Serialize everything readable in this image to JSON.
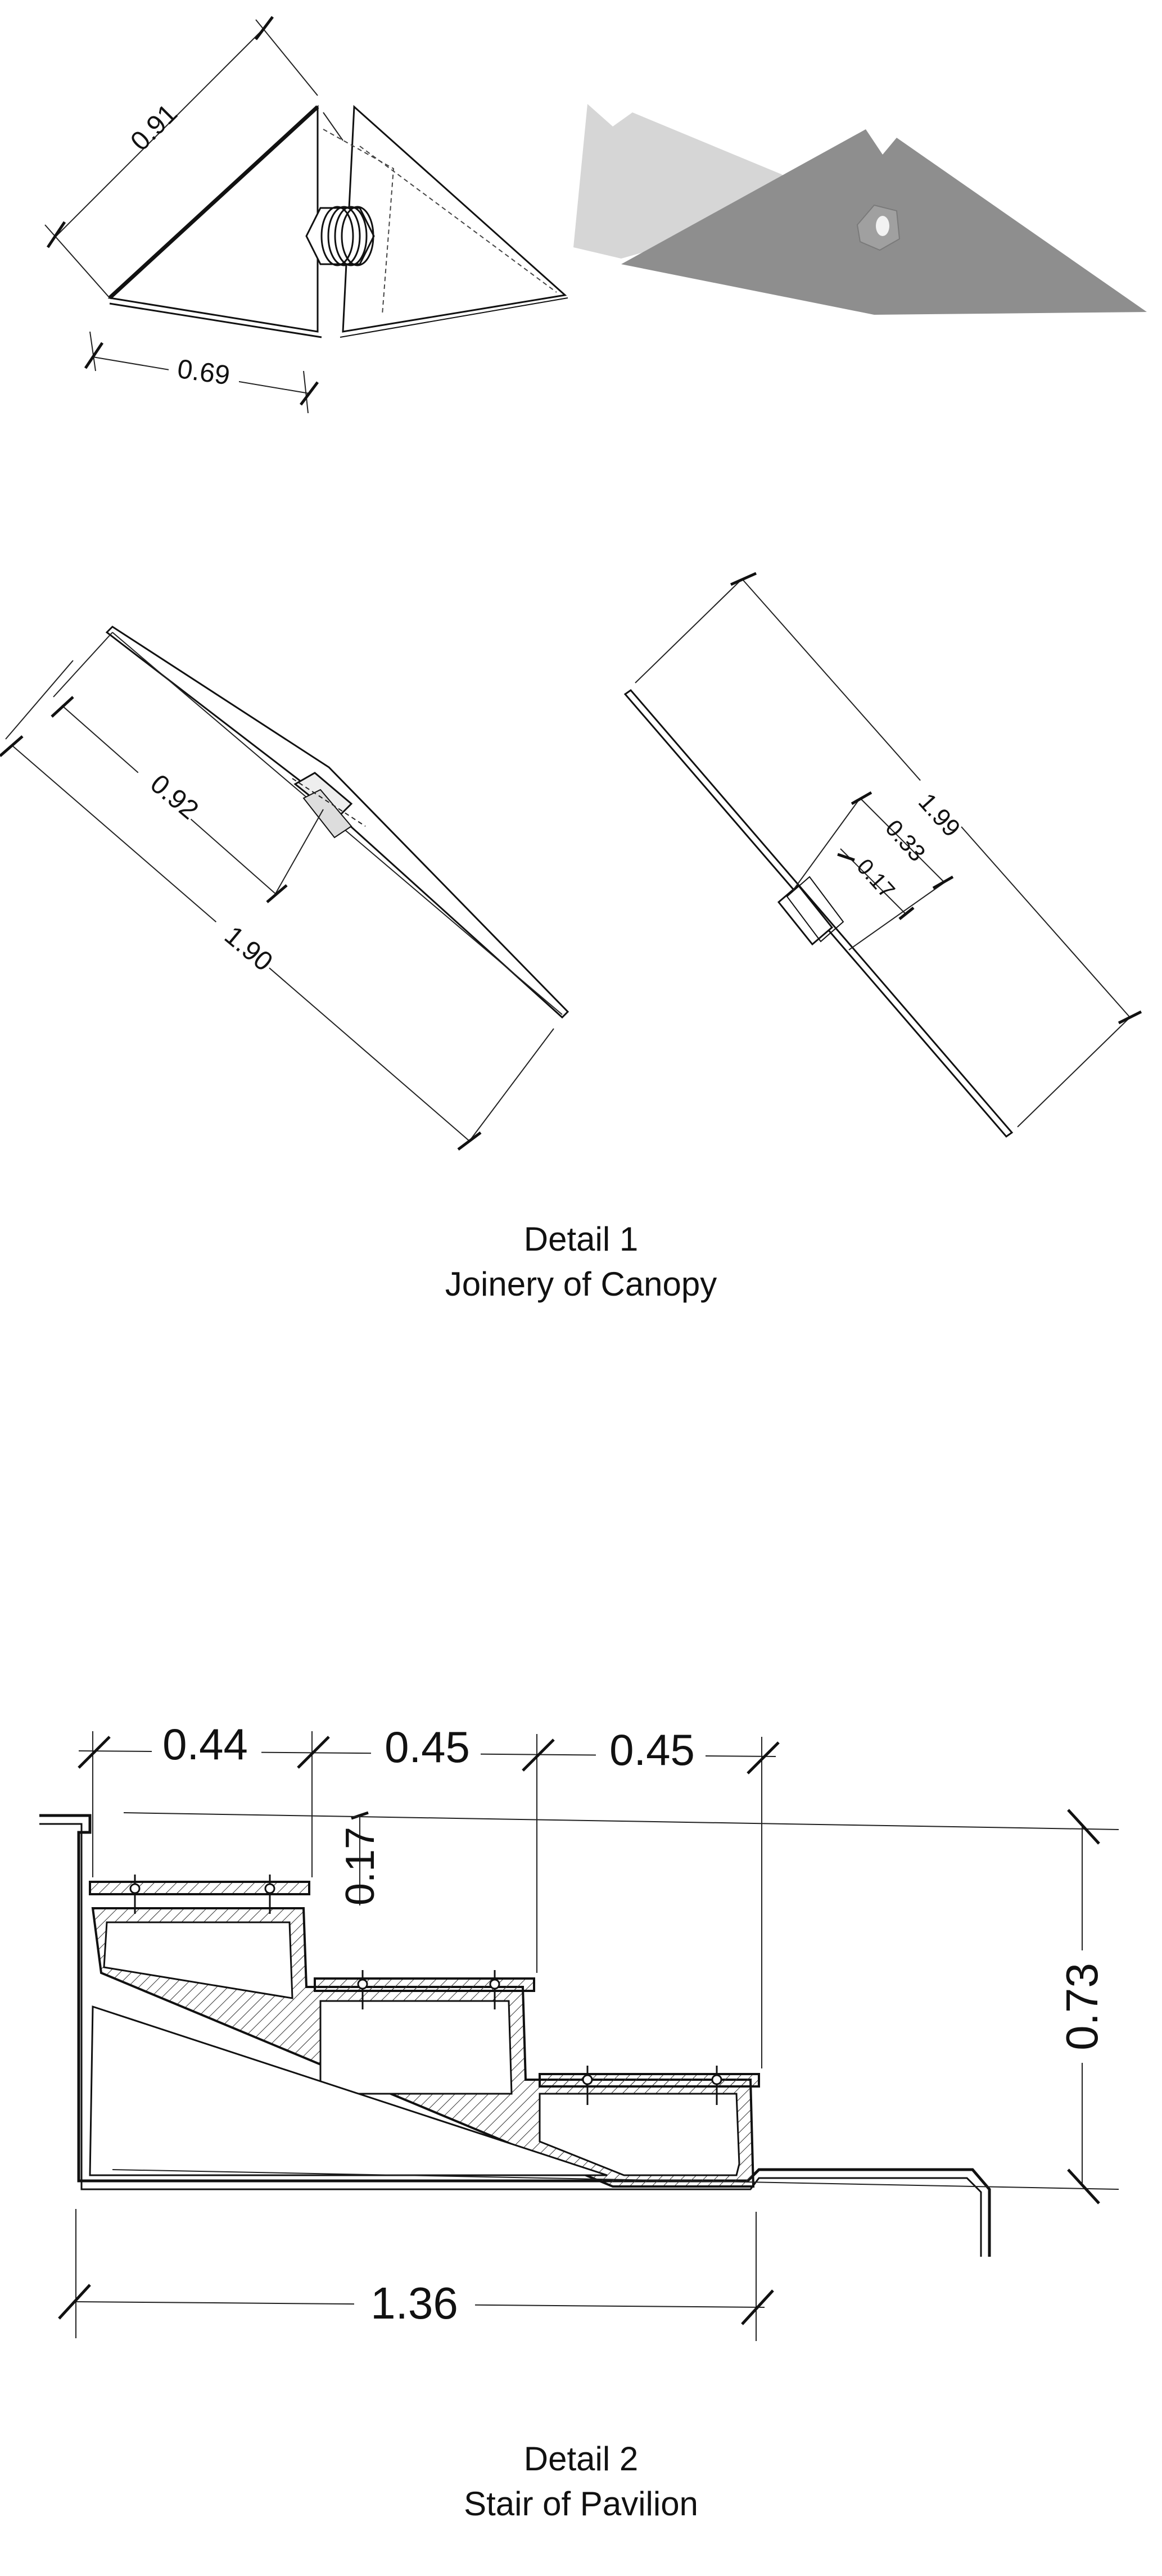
{
  "detail1": {
    "title": "Detail 1",
    "subtitle": "Joinery of Canopy",
    "dims": {
      "top_edge": "0.91",
      "bottom_edge": "0.69",
      "left_short": "0.92",
      "left_long": "1.90",
      "right_overall": "1.99",
      "right_mid": "0.33",
      "right_small": "0.17"
    }
  },
  "detail2": {
    "title": "Detail 2",
    "subtitle": "Stair of Pavilion",
    "dims": {
      "tread1": "0.44",
      "tread2": "0.45",
      "tread3": "0.45",
      "riser": "0.17",
      "height": "0.73",
      "width": "1.36"
    }
  },
  "colors": {
    "line": "#111111",
    "shade_dark": "#8e8e8e",
    "shade_light": "#d6d6d6"
  }
}
